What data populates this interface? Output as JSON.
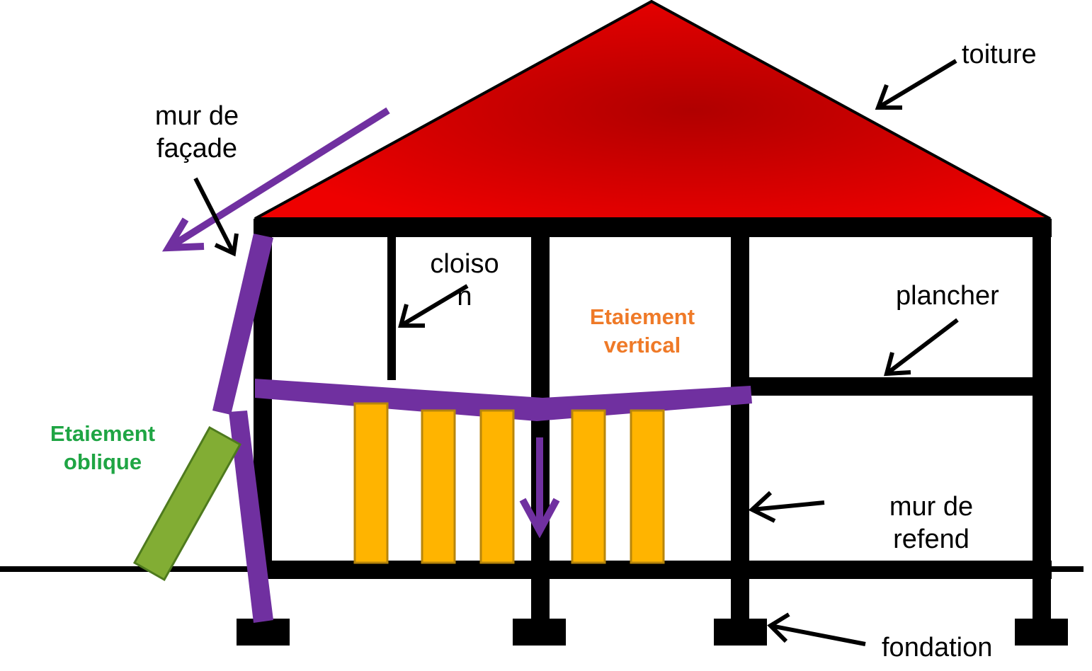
{
  "labels": {
    "toiture": "toiture",
    "mur_facade_line1": "mur de",
    "mur_facade_line2": "façade",
    "cloison_line1": "cloiso",
    "cloison_line2": "n",
    "plancher": "plancher",
    "etaiement_vertical_line1": "Etaiement",
    "etaiement_vertical_line2": "vertical",
    "etaiement_oblique_line1": "Etaiement",
    "etaiement_oblique_line2": "oblique",
    "mur_refend_line1": "mur de",
    "mur_refend_line2": "refend",
    "fondation": "fondation"
  },
  "colors": {
    "roof_center": "#b00000",
    "roof_edge": "#ee0000",
    "structure": "#000000",
    "deformation": "#7030a0",
    "vertical_shoring": "#ffb400",
    "vertical_shoring_border": "#b8860b",
    "oblique_shoring": "#82ad34",
    "oblique_shoring_border": "#4e7a1e",
    "label_orange": "#ef7a28",
    "label_green": "#1fa544"
  }
}
